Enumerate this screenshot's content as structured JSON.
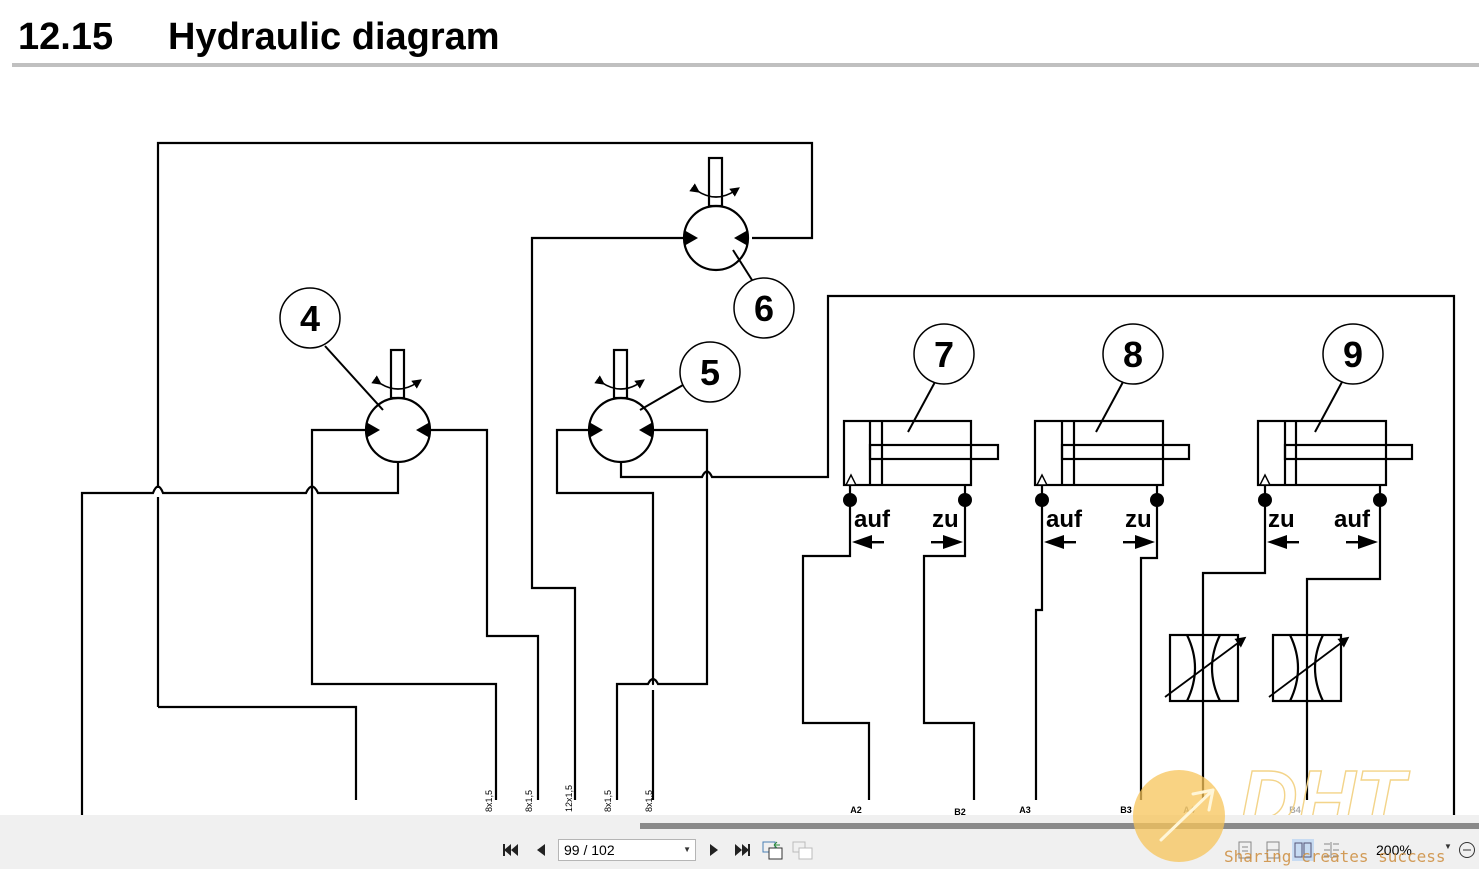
{
  "header": {
    "section_number": "12.15",
    "section_title": "Hydraulic diagram"
  },
  "diagram": {
    "components": [
      {
        "id": "4",
        "type": "hydraulic-motor"
      },
      {
        "id": "5",
        "type": "hydraulic-motor"
      },
      {
        "id": "6",
        "type": "hydraulic-motor"
      },
      {
        "id": "7",
        "type": "hydraulic-cylinder"
      },
      {
        "id": "8",
        "type": "hydraulic-cylinder"
      },
      {
        "id": "9",
        "type": "hydraulic-cylinder"
      }
    ],
    "cylinder_ports": {
      "c7": {
        "left": "auf",
        "right": "zu"
      },
      "c8": {
        "left": "auf",
        "right": "zu"
      },
      "c9": {
        "left": "zu",
        "right": "auf"
      }
    },
    "pipe_labels": [
      "8x1,5",
      "8x1,5",
      "12x1,5",
      "8x1,5",
      "8x1,5"
    ],
    "port_labels": [
      "A2",
      "B2",
      "A3",
      "B3",
      "A4",
      "B4"
    ]
  },
  "toolbar": {
    "page_indicator": "99 / 102",
    "zoom_level": "200%",
    "icons": [
      "first-page-icon",
      "prev-page-icon",
      "next-page-icon",
      "last-page-icon",
      "go-back-view-icon",
      "go-forward-view-icon",
      "single-page-icon",
      "continuous-page-icon",
      "facing-pages-icon",
      "continuous-facing-icon",
      "zoom-out-icon"
    ]
  },
  "watermark": {
    "logo_text": "DHT",
    "slogan": "Sharing creates success"
  }
}
